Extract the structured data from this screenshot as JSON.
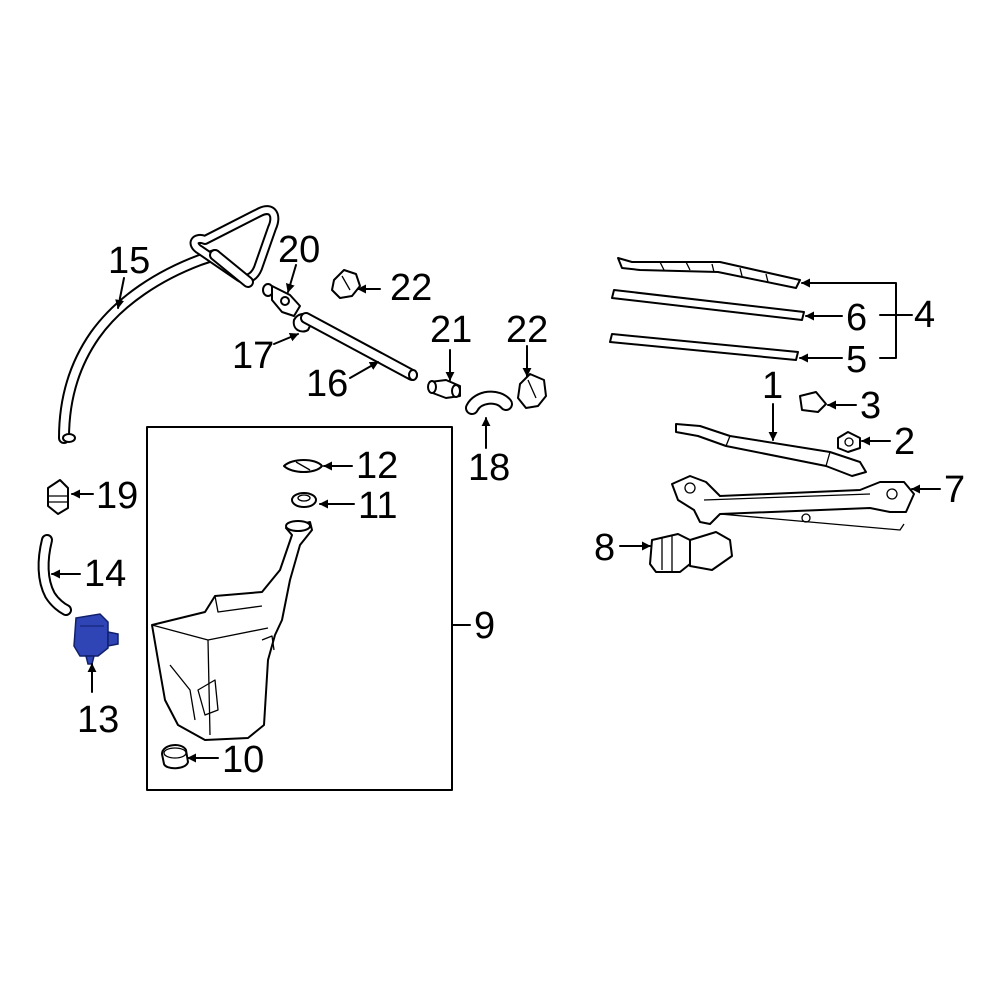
{
  "diagram": {
    "highlight_color": "#2f44b5",
    "callouts": [
      {
        "id": "c1",
        "label": "1"
      },
      {
        "id": "c2",
        "label": "2"
      },
      {
        "id": "c3",
        "label": "3"
      },
      {
        "id": "c4",
        "label": "4"
      },
      {
        "id": "c5",
        "label": "5"
      },
      {
        "id": "c6",
        "label": "6"
      },
      {
        "id": "c7",
        "label": "7"
      },
      {
        "id": "c8",
        "label": "8"
      },
      {
        "id": "c9",
        "label": "9"
      },
      {
        "id": "c10",
        "label": "10"
      },
      {
        "id": "c11",
        "label": "11"
      },
      {
        "id": "c12",
        "label": "12"
      },
      {
        "id": "c13",
        "label": "13"
      },
      {
        "id": "c14",
        "label": "14"
      },
      {
        "id": "c15",
        "label": "15"
      },
      {
        "id": "c16",
        "label": "16"
      },
      {
        "id": "c17",
        "label": "17"
      },
      {
        "id": "c18",
        "label": "18"
      },
      {
        "id": "c19",
        "label": "19"
      },
      {
        "id": "c20",
        "label": "20"
      },
      {
        "id": "c21",
        "label": "21"
      },
      {
        "id": "c22a",
        "label": "22"
      },
      {
        "id": "c22b",
        "label": "22"
      }
    ]
  }
}
